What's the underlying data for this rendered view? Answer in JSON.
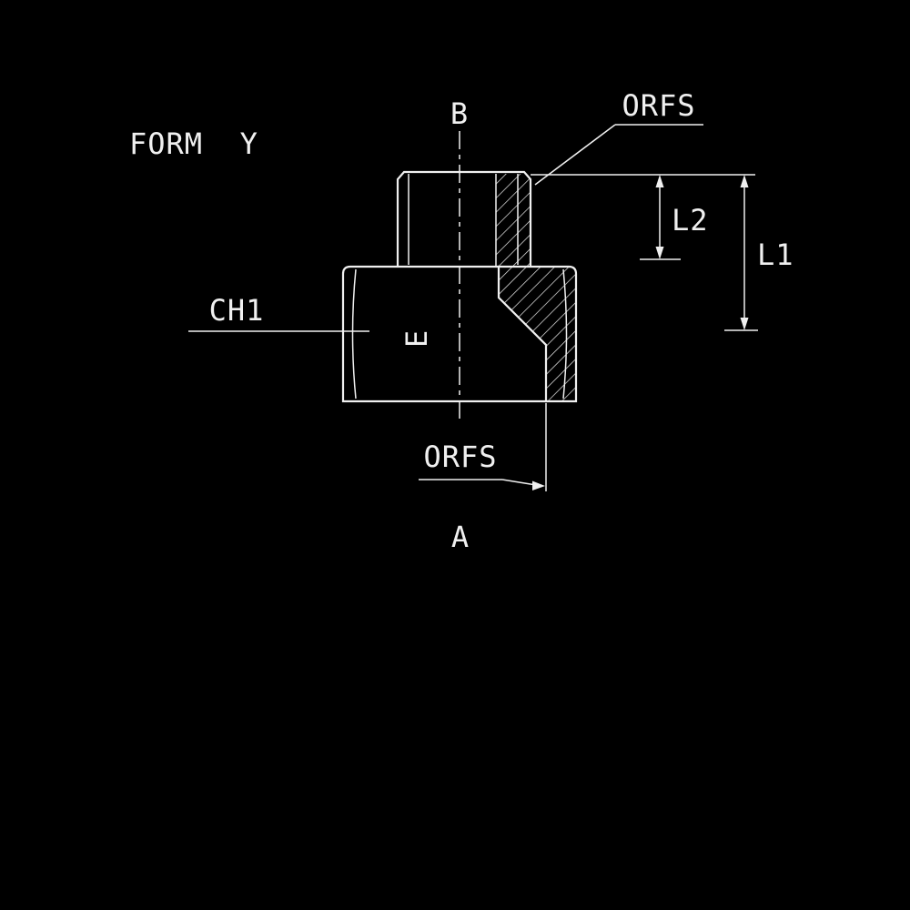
{
  "drawing": {
    "form_label": "FORM  Y",
    "dim_b_label": "B",
    "orfs_top_label": "ORFS",
    "ch1_label": "CH1",
    "l2_label": "L2",
    "l1_label": "L1",
    "orfs_bottom_label": "ORFS",
    "dim_a_label": "A",
    "face_symbol": "E"
  },
  "colors": {
    "background": "#000000",
    "line": "#f0f0f0"
  }
}
